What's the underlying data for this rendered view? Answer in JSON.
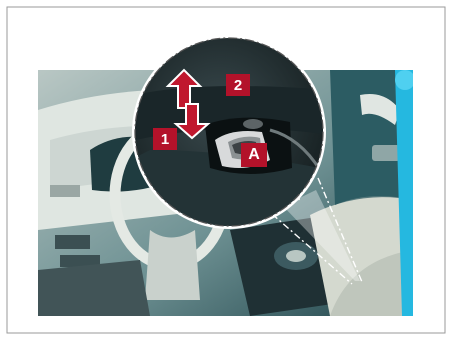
{
  "figure": {
    "callouts": [
      {
        "id": "1",
        "text": "1",
        "color": "#b3122a"
      },
      {
        "id": "2",
        "text": "2",
        "color": "#b3122a"
      },
      {
        "id": "A",
        "text": "A",
        "color": "#b3122a"
      }
    ],
    "colors": {
      "callout_red": "#b3122a",
      "cabin_teal": "#2f6f77",
      "seat_beige": "#cfd3c8",
      "window_cyan": "#25b8e0",
      "arrow_red": "#c0182e"
    },
    "icons": [
      "up-down-arrow-icon"
    ]
  }
}
